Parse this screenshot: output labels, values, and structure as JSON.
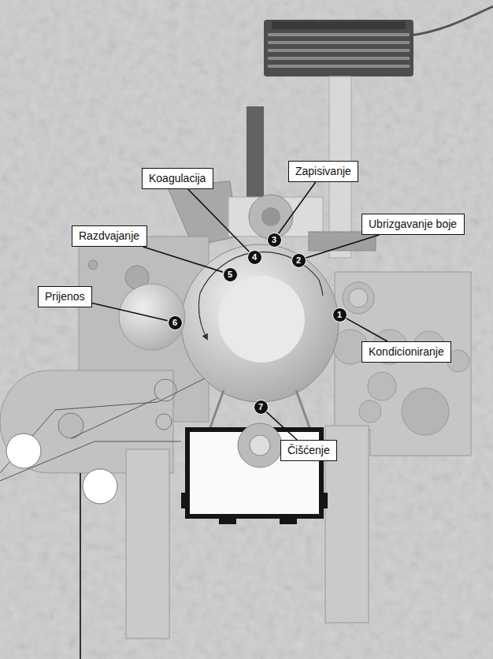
{
  "diagram": {
    "nodes": [
      {
        "text": [
          "Koagulacija"
        ]
      },
      {
        "text": [
          "Zapisivanje"
        ]
      },
      {
        "text": [
          "Ubrizgavanje boje"
        ]
      },
      {
        "text": [
          "Razdvajanje"
        ]
      },
      {
        "text": [
          "Prijenos"
        ]
      },
      {
        "text": [
          "Kondicioniranje"
        ]
      },
      {
        "text": [
          "Čišćenje"
        ]
      },
      {
        "text": [
          "1"
        ]
      },
      {
        "text": [
          "2"
        ]
      },
      {
        "text": [
          "3"
        ]
      },
      {
        "text": [
          "4"
        ]
      },
      {
        "text": [
          "5"
        ]
      },
      {
        "text": [
          "6"
        ]
      },
      {
        "text": [
          "7"
        ]
      }
    ],
    "edges": [
      {
        "from": 0,
        "to": 10,
        "arrow": "none"
      },
      {
        "from": 1,
        "to": 9,
        "arrow": "none"
      },
      {
        "from": 2,
        "to": 8,
        "arrow": "none"
      },
      {
        "from": 3,
        "to": 11,
        "arrow": "none"
      },
      {
        "from": 4,
        "to": 12,
        "arrow": "none"
      },
      {
        "from": 5,
        "to": 7,
        "arrow": "none"
      },
      {
        "from": 6,
        "to": 13,
        "arrow": "none"
      }
    ]
  }
}
